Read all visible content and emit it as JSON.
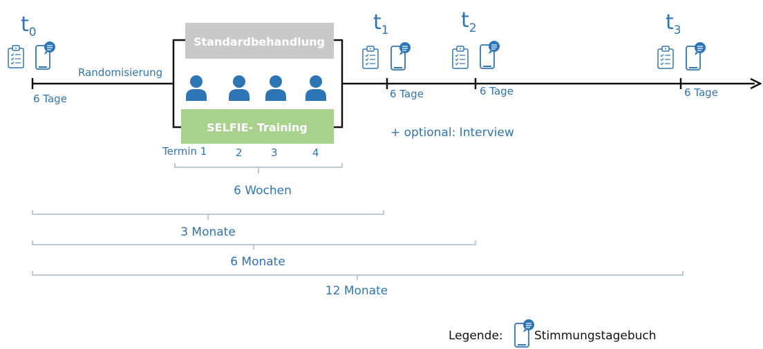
{
  "timepoints": [
    {
      "label": "t",
      "sub": "0"
    },
    {
      "label": "t",
      "sub": "1"
    },
    {
      "label": "t",
      "sub": "2"
    },
    {
      "label": "t",
      "sub": "3"
    }
  ],
  "labels": {
    "randomization": "Randomisierung",
    "standard_treatment": "Standardbehandlung",
    "selfie_training": "SELFIE- Training",
    "optional": "+ optional: Interview",
    "days": "6 Tage"
  },
  "sessions": [
    "Termin 1",
    "2",
    "3",
    "4"
  ],
  "durations": {
    "training": "6 Wochen",
    "m3": "3 Monate",
    "m6": "6 Monate",
    "m12": "12 Monate"
  },
  "legend": {
    "prefix": "Legende:",
    "label": "Stimmungstagebuch",
    "icon": "phone-speech-icon"
  },
  "colors": {
    "accent": "#2E75B6",
    "standard_box": "#C9C9C9",
    "selfie_box": "#A9D18E",
    "line": "#111111"
  }
}
